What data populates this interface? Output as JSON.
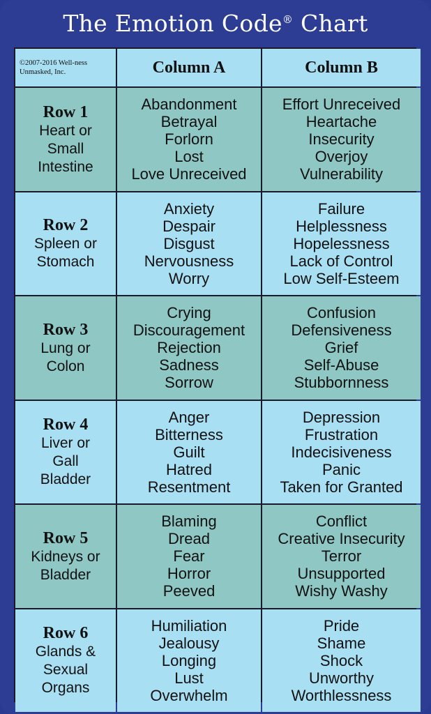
{
  "header": {
    "title": "The Emotion Code",
    "registered": "®",
    "title_suffix": "Chart"
  },
  "copyright": "©2007-2016 Well-ness Unmasked, Inc.",
  "columns": {
    "a": "Column A",
    "b": "Column B"
  },
  "rows": [
    {
      "label": "Row 1",
      "organs": [
        "Heart or",
        "Small",
        "Intestine"
      ],
      "a": [
        "Abandonment",
        "Betrayal",
        "Forlorn",
        "Lost",
        "Love Unreceived"
      ],
      "b": [
        "Effort Unreceived",
        "Heartache",
        "Insecurity",
        "Overjoy",
        "Vulnerability"
      ]
    },
    {
      "label": "Row 2",
      "organs": [
        "Spleen or",
        "Stomach"
      ],
      "a": [
        "Anxiety",
        "Despair",
        "Disgust",
        "Nervousness",
        "Worry"
      ],
      "b": [
        "Failure",
        "Helplessness",
        "Hopelessness",
        "Lack of Control",
        "Low Self-Esteem"
      ]
    },
    {
      "label": "Row 3",
      "organs": [
        "Lung or",
        "Colon"
      ],
      "a": [
        "Crying",
        "Discouragement",
        "Rejection",
        "Sadness",
        "Sorrow"
      ],
      "b": [
        "Confusion",
        "Defensiveness",
        "Grief",
        "Self-Abuse",
        "Stubbornness"
      ]
    },
    {
      "label": "Row 4",
      "organs": [
        "Liver or",
        "Gall",
        "Bladder"
      ],
      "a": [
        "Anger",
        "Bitterness",
        "Guilt",
        "Hatred",
        "Resentment"
      ],
      "b": [
        "Depression",
        "Frustration",
        "Indecisiveness",
        "Panic",
        "Taken for Granted"
      ]
    },
    {
      "label": "Row 5",
      "organs": [
        "Kidneys or",
        "Bladder"
      ],
      "a": [
        "Blaming",
        "Dread",
        "Fear",
        "Horror",
        "Peeved"
      ],
      "b": [
        "Conflict",
        "Creative Insecurity",
        "Terror",
        "Unsupported",
        "Wishy Washy"
      ]
    },
    {
      "label": "Row 6",
      "organs": [
        "Glands &",
        "Sexual",
        "Organs"
      ],
      "a": [
        "Humiliation",
        "Jealousy",
        "Longing",
        "Lust",
        "Overwhelm"
      ],
      "b": [
        "Pride",
        "Shame",
        "Shock",
        "Unworthy",
        "Worthlessness"
      ]
    }
  ],
  "colors": {
    "background": "#2d3d94",
    "light_cell": "#a9dff3",
    "teal_cell": "#8ec7c4"
  }
}
